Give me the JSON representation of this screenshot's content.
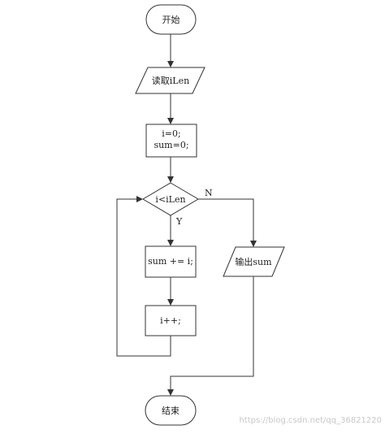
{
  "flowchart": {
    "start_label": "开始",
    "read_label": "读取iLen",
    "init_line1": "i=0;",
    "init_line2": "sum=0;",
    "condition_label": "i<iLen",
    "yes_label": "Y",
    "no_label": "N",
    "accumulate_label": "sum += i;",
    "increment_label": "i++;",
    "output_label": "输出sum",
    "end_label": "结束"
  },
  "watermark": "https://blog.csdn.net/qq_36821220"
}
